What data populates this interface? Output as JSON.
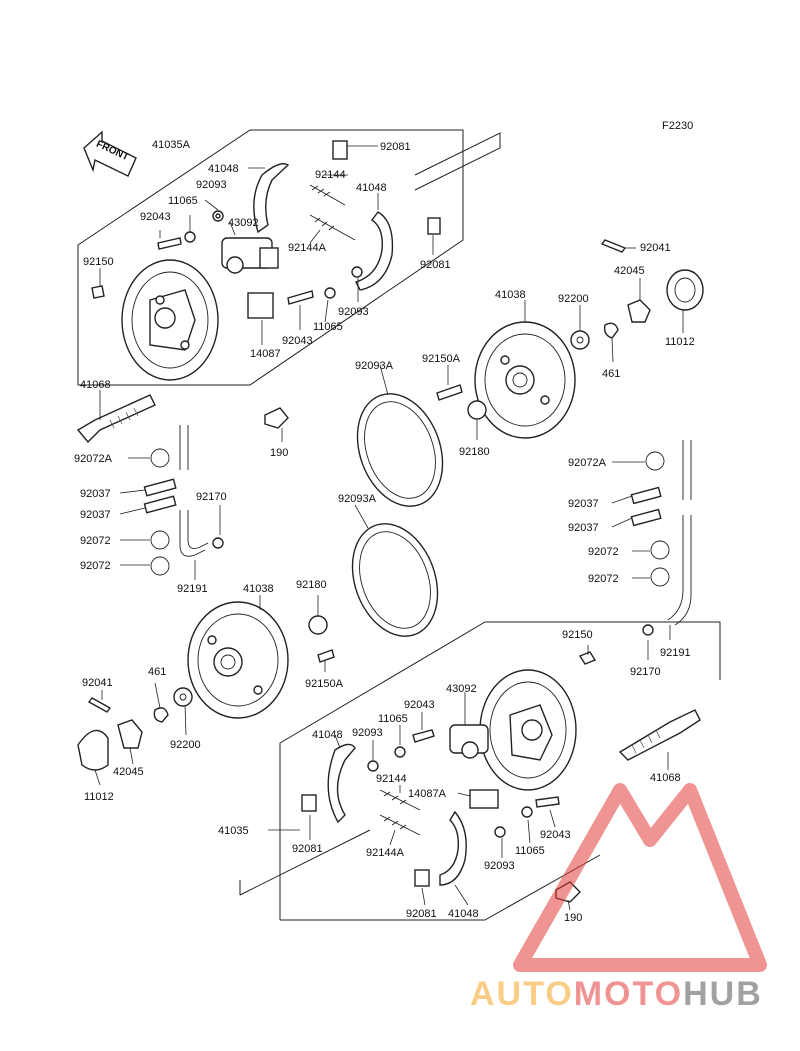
{
  "figure_code": "F2230",
  "front_label": "FRONT",
  "colors": {
    "ink": "#222222",
    "watermark_red": "#e43b3b",
    "watermark_orange": "#f5a623",
    "watermark_dark": "#555555"
  },
  "watermark": {
    "part1": "AUTO",
    "part2": "MOTO",
    "part3": "HUB"
  },
  "labels": {
    "l41035A": "41035A",
    "l41048a": "41048",
    "l92081a": "92081",
    "l92093a": "92093",
    "l92144a": "92144",
    "l41048b": "41048",
    "l11065a": "11065",
    "l43092a": "43092",
    "l92043a": "92043",
    "l92144Aa": "92144A",
    "l92150a": "92150",
    "l92081b": "92081",
    "l92093b": "92093",
    "l11065b": "11065",
    "l92043b": "92043",
    "l14087": "14087",
    "l41068a": "41068",
    "l190a": "190",
    "l92072Aa": "92072A",
    "l92037a": "92037",
    "l92037b": "92037",
    "l92072a": "92072",
    "l92072b": "92072",
    "l92170a": "92170",
    "l92191a": "92191",
    "l92093Aa": "92093A",
    "l92093Ab": "92093A",
    "l92150Aa": "92150A",
    "l92180a": "92180",
    "l41038a": "41038",
    "l92200a": "92200",
    "l461a": "461",
    "l42045a": "42045",
    "l92041a": "92041",
    "l11012a": "11012",
    "l92072Ab": "92072A",
    "l92037c": "92037",
    "l92037d": "92037",
    "l92072c": "92072",
    "l92072d": "92072",
    "l92191b": "92191",
    "l92170b": "92170",
    "l92150b": "92150",
    "l41038b": "41038",
    "l92180b": "92180",
    "l92150Ab": "92150A",
    "l92041b": "92041",
    "l461b": "461",
    "l92200b": "92200",
    "l42045b": "42045",
    "l11012b": "11012",
    "l41048c": "41048",
    "l92093c": "92093",
    "l11065c": "11065",
    "l92043c": "92043",
    "l43092b": "43092",
    "l92144b": "92144",
    "l14087A": "14087A",
    "l41035": "41035",
    "l92081c": "92081",
    "l92144Ab": "92144A",
    "l92043d": "92043",
    "l11065d": "11065",
    "l92093d": "92093",
    "l92081d": "92081",
    "l41048d": "41048",
    "l190b": "190",
    "l41068b": "41068"
  }
}
